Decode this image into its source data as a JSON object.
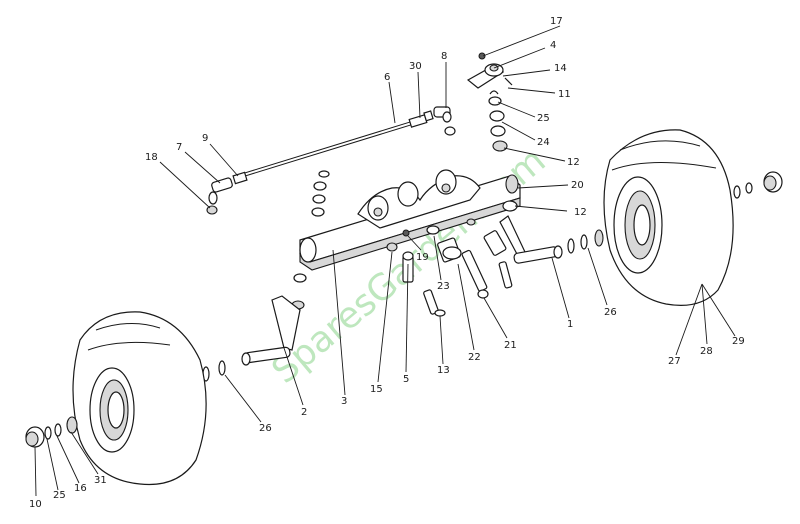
{
  "watermark": "SparesGarden.com",
  "labels": {
    "l1": "1",
    "l2": "2",
    "l3": "3",
    "l4": "4",
    "l5": "5",
    "l6": "6",
    "l7": "7",
    "l8": "8",
    "l9": "9",
    "l10": "10",
    "l11": "11",
    "l12a": "12",
    "l12b": "12",
    "l13": "13",
    "l14": "14",
    "l15": "15",
    "l16": "16",
    "l17": "17",
    "l18": "18",
    "l19": "19",
    "l20": "20",
    "l21": "21",
    "l22": "22",
    "l23": "23",
    "l24": "24",
    "l25a": "25",
    "l25b": "25",
    "l26a": "26",
    "l26b": "26",
    "l27": "27",
    "l28": "28",
    "l29": "29",
    "l30": "30",
    "l31": "31"
  }
}
